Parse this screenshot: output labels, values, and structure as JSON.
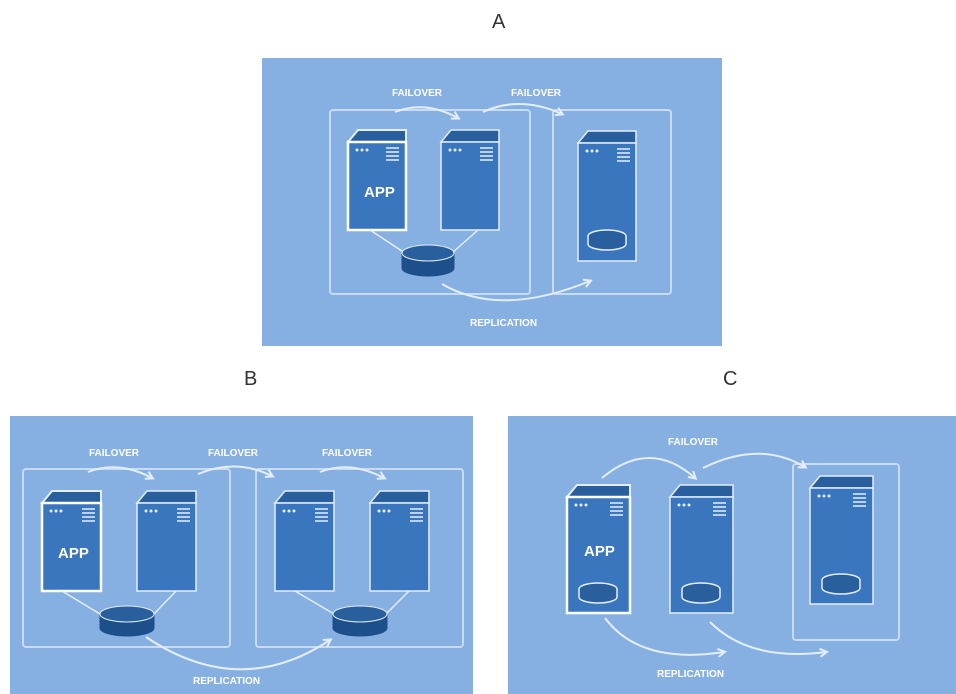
{
  "panels": {
    "a": {
      "label": "A",
      "app_label": "APP",
      "failover_labels": [
        "FAILOVER",
        "FAILOVER"
      ],
      "replication_label": "REPLICATION"
    },
    "b": {
      "label": "B",
      "app_label": "APP",
      "failover_labels": [
        "FAILOVER",
        "FAILOVER",
        "FAILOVER"
      ],
      "replication_label": "REPLICATION"
    },
    "c": {
      "label": "C",
      "app_label": "APP",
      "failover_labels": [
        "FAILOVER"
      ],
      "replication_label": "REPLICATION"
    }
  },
  "colors": {
    "panel_bg": "#86b0e2",
    "server_fill": "#3a76bd",
    "server_dark": "#2a5f9e",
    "line": "#e4eefa",
    "disk_fill": "#1d4f8a"
  }
}
